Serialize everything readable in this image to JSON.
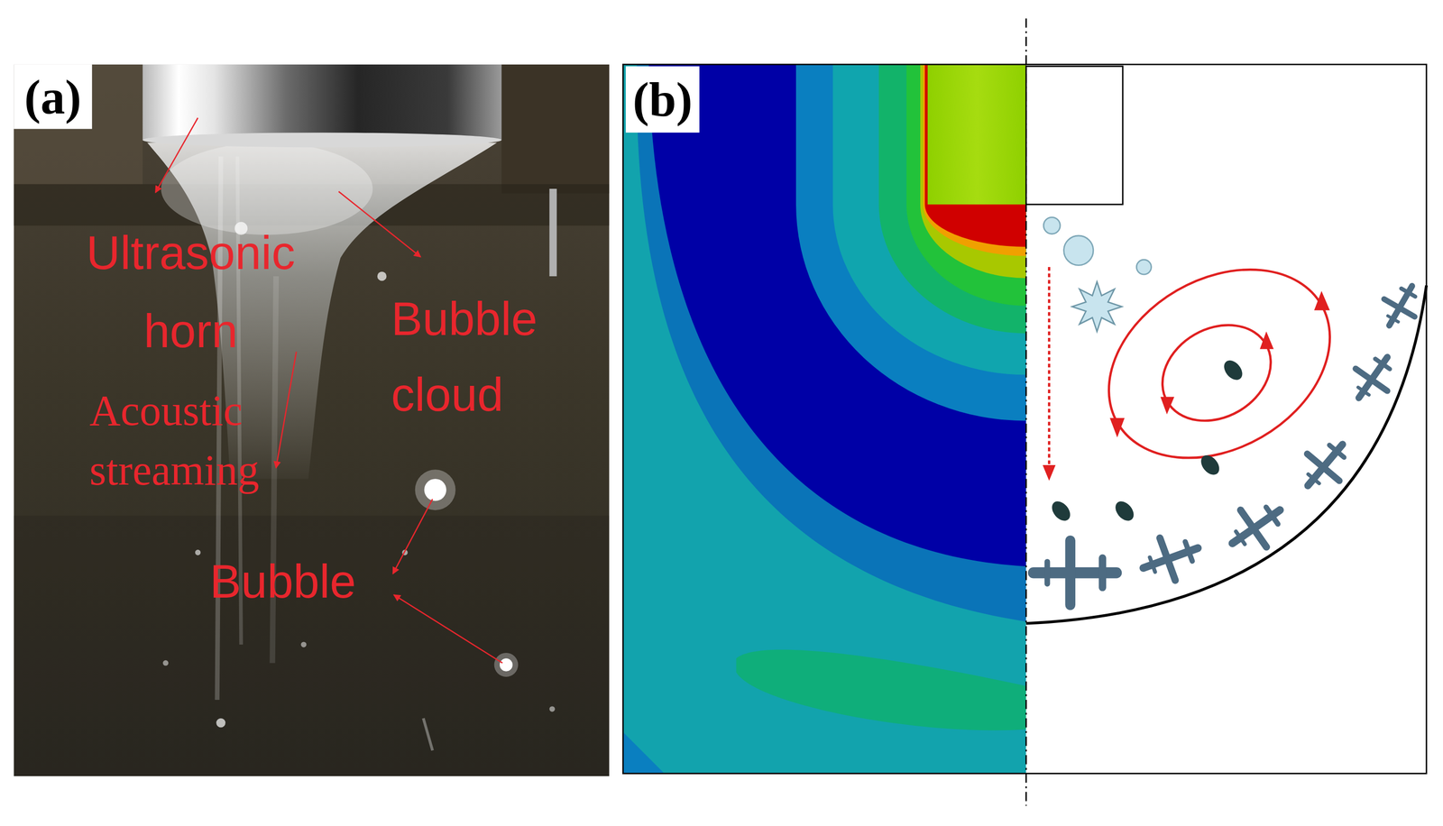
{
  "diagram": {
    "labels": [
      "(a)",
      "(b)",
      "Ultrasonic horn",
      "Bubble cloud",
      "Acoustic streaming",
      "Bubble"
    ]
  }
}
